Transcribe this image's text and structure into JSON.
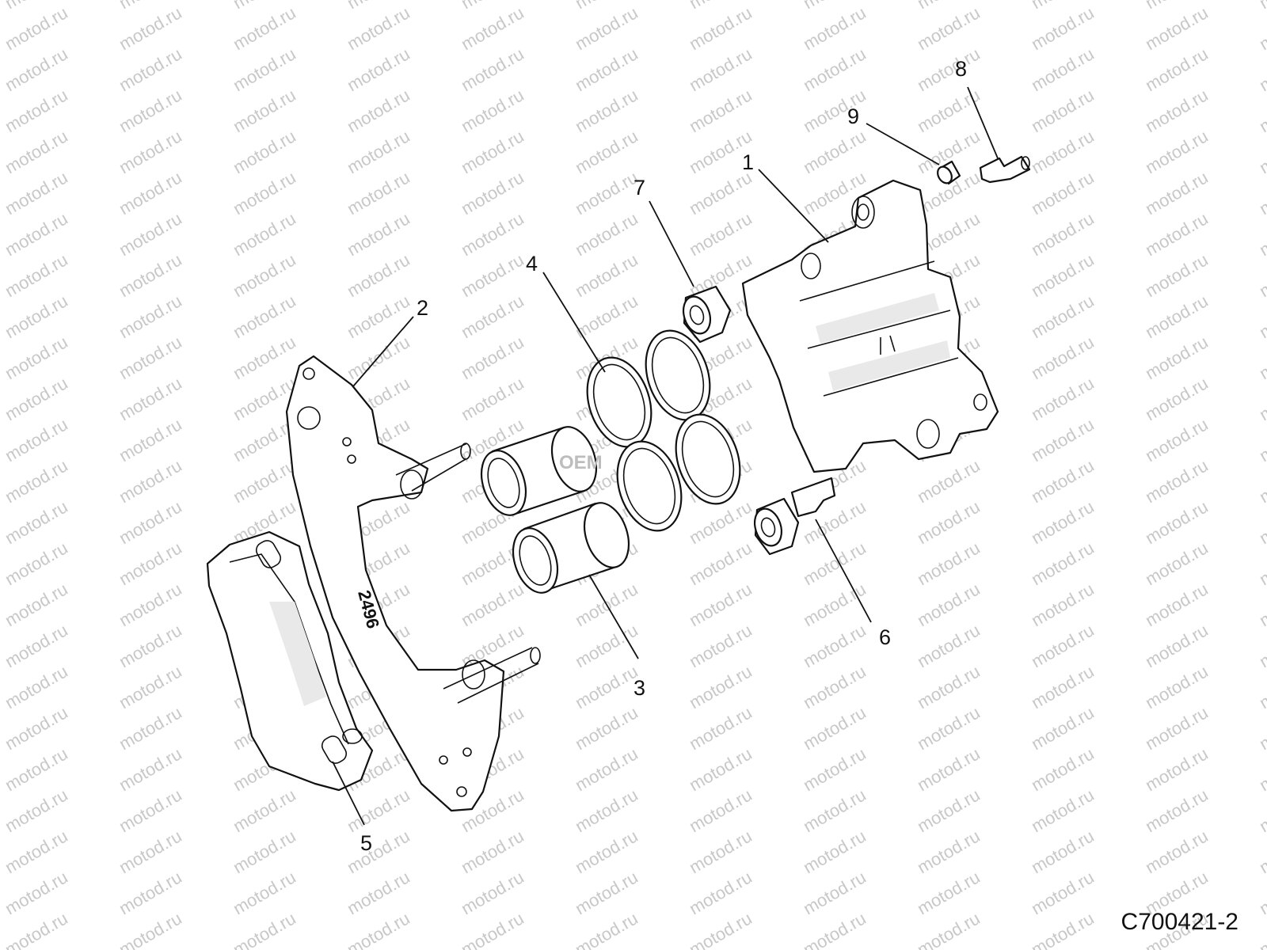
{
  "watermark_text": "motod.ru",
  "oem_fragment": "OEM",
  "bracket_stamp": "2496",
  "figure_code": "C700421-2",
  "callouts": [
    "1",
    "2",
    "3",
    "4",
    "5",
    "6",
    "7",
    "8",
    "9"
  ],
  "colors": {
    "line": "#111111",
    "watermark": "#c8c8c8",
    "background": "#ffffff"
  }
}
